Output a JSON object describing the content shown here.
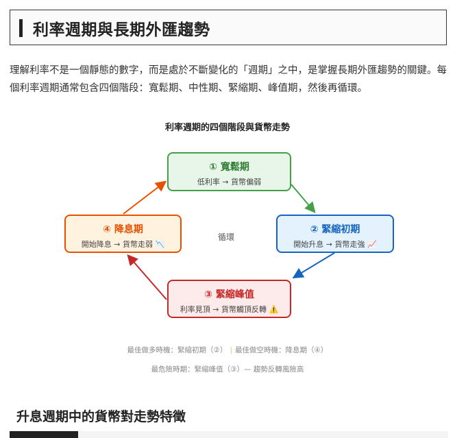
{
  "header": {
    "title": "利率週期與長期外匯趨勢"
  },
  "intro": "理解利率不是一個靜態的數字，而是處於不斷變化的「週期」之中，是掌握長期外匯趨勢的關鍵。每個利率週期通常包含四個階段：寬鬆期、中性期、緊縮期、峰值期，然後再循環。",
  "diagram": {
    "title": "利率週期的四個階段與貨幣走勢",
    "center_label": "循環",
    "nodes": [
      {
        "title": "① 寬鬆期",
        "desc": "低利率 → 貨幣偏弱",
        "color": "#43a047"
      },
      {
        "title": "② 緊縮初期",
        "desc": "開始升息 → 貨幣走強 📈",
        "color": "#1565c0"
      },
      {
        "title": "③ 緊縮峰值",
        "desc": "利率見頂 → 貨幣觸頂反轉 ⚠️",
        "color": "#c62828"
      },
      {
        "title": "④ 降息期",
        "desc": "開始降息 → 貨幣走弱 📉",
        "color": "#e65100"
      }
    ],
    "note_long": "最佳做多時機：緊縮初期（②）",
    "note_sep": "|",
    "note_short": "最佳做空時機：降息期（④）",
    "note_risk": "最危險時期：緊縮峰值（③）— 趨勢反轉風險高"
  },
  "section2": {
    "title": "升息週期中的貨幣對走勢特徵"
  }
}
